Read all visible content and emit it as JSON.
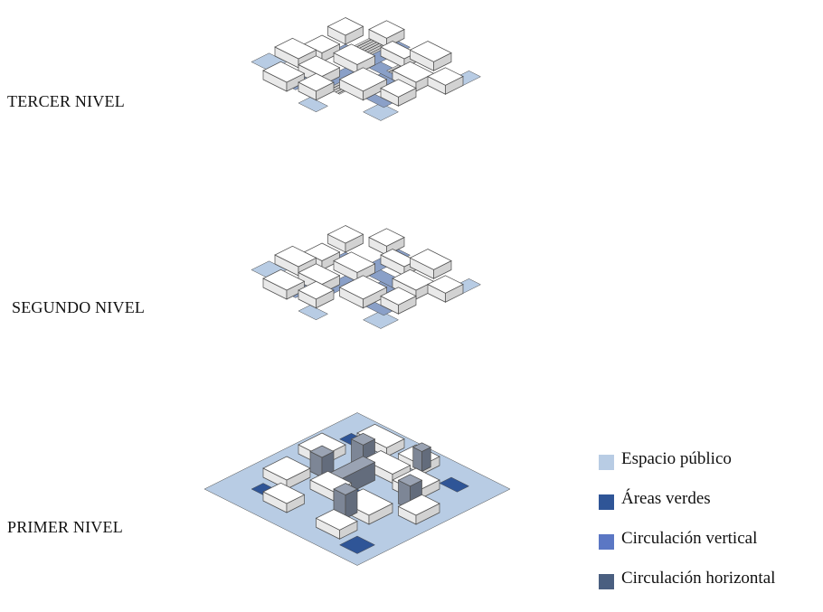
{
  "levels": {
    "third": "TERCER NIVEL",
    "second": "SEGUNDO NIVEL",
    "first": "PRIMER NIVEL"
  },
  "legend": {
    "items": [
      {
        "label": "Espacio público",
        "color": "#b8cce4"
      },
      {
        "label": "Áreas verdes",
        "color": "#2f5597"
      },
      {
        "label": "Circulación vertical",
        "color": "#5b77c4"
      },
      {
        "label": "Circulación horizontal",
        "color": "#4a5f80"
      }
    ]
  },
  "colors": {
    "block_top": "#ffffff",
    "block_left": "#e9e9e9",
    "block_right": "#d2d2d2",
    "outline": "#4d4d4d",
    "walkway": "#8aa0c8",
    "hatch": "#2b2b2b",
    "tower_top": "#9aa3b3",
    "tower_left": "#7d8696",
    "tower_right": "#636c7c"
  }
}
